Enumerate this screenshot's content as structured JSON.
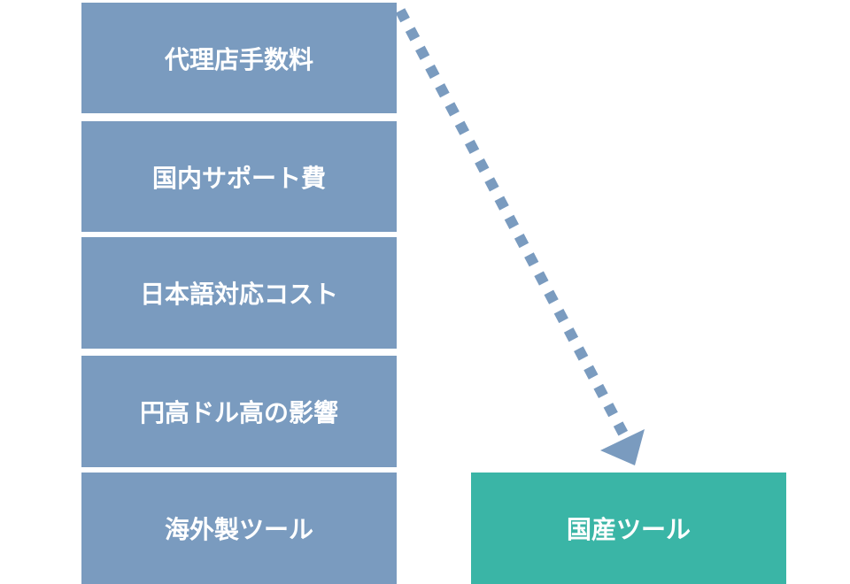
{
  "left_stack": {
    "items": [
      {
        "label": "代理店手数料"
      },
      {
        "label": "国内サポート費"
      },
      {
        "label": "日本語対応コスト"
      },
      {
        "label": "円高ドル高の影響"
      },
      {
        "label": "海外製ツール"
      }
    ]
  },
  "right_box": {
    "label": "国産ツール"
  },
  "colors": {
    "blue": "#7a9bbf",
    "teal": "#3ab5a6"
  }
}
